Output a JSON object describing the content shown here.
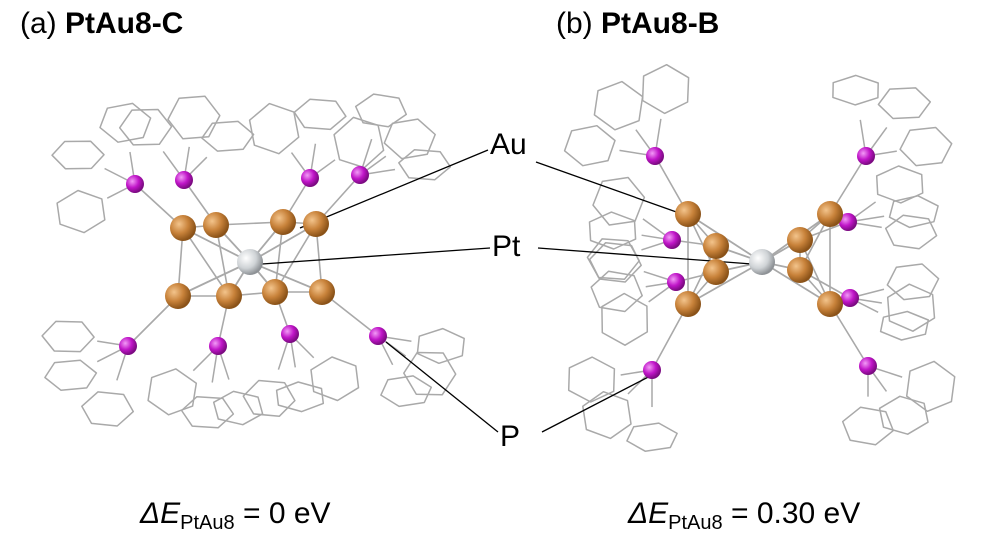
{
  "panels": [
    {
      "label": "(a)",
      "name": "PtAu8-C",
      "energy_symbol": "ΔE",
      "energy_subscript": "PtAu8",
      "energy_value": "= 0 eV"
    },
    {
      "label": "(b)",
      "name": "PtAu8-B",
      "energy_symbol": "ΔE",
      "energy_subscript": "PtAu8",
      "energy_value": "= 0.30 eV"
    }
  ],
  "atom_labels": {
    "au": "Au",
    "pt": "Pt",
    "p": "P"
  },
  "colors": {
    "au": "#c8823a",
    "pt": "#d0d3d6",
    "p": "#c015c8",
    "bond": "#a9a9a9",
    "leader": "#000000"
  }
}
